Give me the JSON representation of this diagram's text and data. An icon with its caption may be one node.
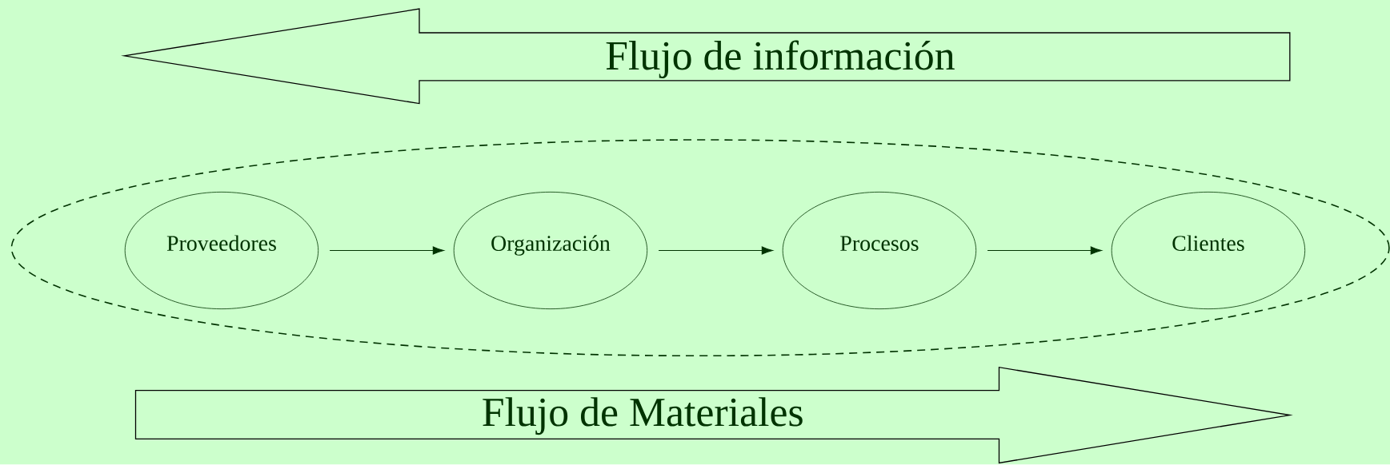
{
  "diagram": {
    "nodes": [
      {
        "text": [
          "Flujo de información"
        ]
      },
      {
        "text": [],
        "shape": "ellipse"
      },
      {
        "text": [
          "Proveedores"
        ],
        "in": 1
      },
      {
        "text": [
          "Organización"
        ],
        "in": 1
      },
      {
        "text": [
          "Procesos"
        ],
        "in": 1
      },
      {
        "text": [
          "Clientes"
        ],
        "in": 1
      },
      {
        "text": [
          "Flujo de Materiales"
        ]
      }
    ],
    "edges": [
      {
        "from": 2,
        "to": 3,
        "arrow": "to"
      },
      {
        "from": 3,
        "to": 4,
        "arrow": "to"
      },
      {
        "from": 4,
        "to": 5,
        "arrow": "to"
      }
    ]
  }
}
